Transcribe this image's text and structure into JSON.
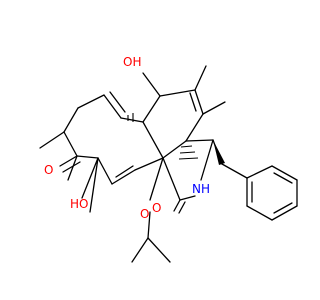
{
  "colors": {
    "bond": "#000000",
    "oxygen": "#ff0000",
    "nitrogen": "#0000ff",
    "background": "#ffffff"
  },
  "atoms": {
    "oh_top": "OH",
    "oh_bottom": "HO",
    "ketone_o": "O",
    "lactam_o": "O",
    "ester_o": "O",
    "nh": "NH"
  }
}
